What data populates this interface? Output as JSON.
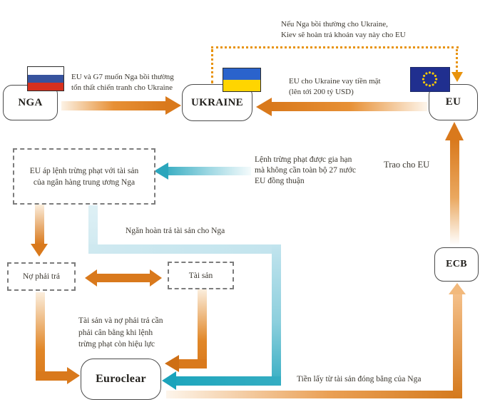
{
  "colors": {
    "orange": "#d9791c",
    "orange_light_head": "#f2b97c",
    "dotted_orange": "#e8930c",
    "teal": "#1ba3bb",
    "teal_light": "#cfe9f0",
    "text": "#3b372f",
    "flag_russia_stripes": [
      "#ffffff",
      "#37539e",
      "#d6301e"
    ],
    "flag_ukraine_stripes": [
      "#2a63cc",
      "#ffd500"
    ],
    "flag_eu": {
      "field": "#202f8f",
      "stars": "#ffcc00"
    }
  },
  "nodes": {
    "nga": {
      "label": "NGA"
    },
    "ukraine": {
      "label": "UKRAINE"
    },
    "eu": {
      "label": "EU"
    },
    "ecb": {
      "label": "ECB"
    },
    "euroclear": {
      "label": "Euroclear"
    },
    "sanctions": {
      "lines": [
        "EU áp lệnh trừng phạt với tài sản",
        "của ngân hàng trung ương Nga"
      ]
    },
    "liabilities": {
      "label": "Nợ phải trả"
    },
    "assets": {
      "label": "Tài sản"
    }
  },
  "labels": {
    "repay_loan": [
      "Nếu Nga bồi thường cho Ukraine,",
      "Kiev sẽ hoàn trả khoản vay này cho EU"
    ],
    "compensation": [
      "EU và G7 muốn Nga bồi thường",
      "tổn thất chiến tranh cho Ukraine"
    ],
    "eu_loan": [
      "EU cho Ukraine vay tiền mặt",
      "(lên tới 200 tỷ USD)"
    ],
    "sanction_renew": [
      "Lệnh trừng phạt được gia hạn",
      "mà không cần toàn bộ 27 nước",
      "EU đồng thuận"
    ],
    "give_eu": "Trao cho EU",
    "block_return": "Ngăn hoàn trả tài sản cho Nga",
    "balance": [
      "Tài sản và nợ phải trả cần",
      "phải cân bằng khi lệnh",
      "trừng phạt còn hiệu lực"
    ],
    "frozen_money": "Tiền lấy từ tài sản đóng băng của Nga"
  }
}
